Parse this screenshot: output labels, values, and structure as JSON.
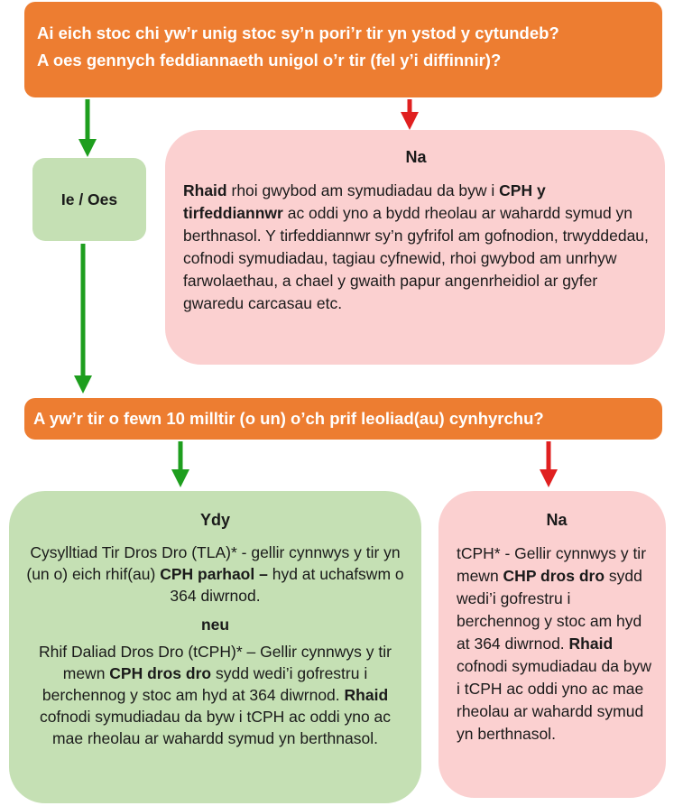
{
  "question1": {
    "line1": "Ai eich stoc chi yw’r unig stoc sy’n pori’r tir yn ystod y cytundeb?",
    "line2": "A oes gennych feddiannaeth unigol o’r tir (fel y’i diffinnir)?"
  },
  "answer_yes1": "Ie / Oes",
  "answer_no1": {
    "heading": "Na",
    "parts": [
      {
        "t": "Rhaid",
        "b": true
      },
      {
        "t": " rhoi gwybod am symudiadau da byw i ",
        "b": false
      },
      {
        "t": "CPH y tirfeddiannwr",
        "b": true
      },
      {
        "t": " ac oddi yno a bydd rheolau ar wahardd symud yn berthnasol. Y tirfeddiannwr sy’n gyfrifol am gofnodion, trwyddedau, cofnodi symudiadau, tagiau cyfnewid, rhoi gwybod am unrhyw farwolaethau, a chael y gwaith papur angenrheidiol ar gyfer gwaredu carcasau etc.",
        "b": false
      }
    ]
  },
  "question2": "A yw’r tir o fewn 10 milltir (o un) o’ch prif leoliad(au) cynhyrchu?",
  "answer_yes2": {
    "heading": "Ydy",
    "para1": [
      {
        "t": "Cysylltiad Tir Dros Dro (TLA)* - gellir cynnwys y tir yn (un o) eich rhif(au) ",
        "b": false
      },
      {
        "t": "CPH parhaol –",
        "b": true
      },
      {
        "t": " hyd at uchafswm o 364 diwrnod.",
        "b": false
      }
    ],
    "separator": "neu",
    "para2": [
      {
        "t": "Rhif Daliad Dros Dro (tCPH)* – Gellir cynnwys y tir mewn ",
        "b": false
      },
      {
        "t": "CPH dros dro",
        "b": true
      },
      {
        "t": " sydd wedi’i gofrestru i berchennog y stoc am hyd at 364 diwrnod. ",
        "b": false
      },
      {
        "t": "Rhaid",
        "b": true
      },
      {
        "t": " cofnodi symudiadau da byw i tCPH ac oddi yno ac mae rheolau ar wahardd symud yn berthnasol.",
        "b": false
      }
    ]
  },
  "answer_no2": {
    "heading": "Na",
    "parts": [
      {
        "t": "tCPH* - Gellir cynnwys y tir mewn ",
        "b": false
      },
      {
        "t": "CHP dros dro",
        "b": true
      },
      {
        "t": " sydd wedi’i gofrestru i berchennog y stoc am hyd at 364 diwrnod. ",
        "b": false
      },
      {
        "t": "Rhaid",
        "b": true
      },
      {
        "t": " cofnodi symudiadau da byw i tCPH ac oddi yno ac mae rheolau ar wahardd symud yn berthnasol.",
        "b": false
      }
    ]
  },
  "colors": {
    "orange": "#ED7D31",
    "pink": "#FBD0D0",
    "green_box": "#C5E0B4",
    "arrow_green": "#1E9E1E",
    "arrow_red": "#E02020"
  }
}
